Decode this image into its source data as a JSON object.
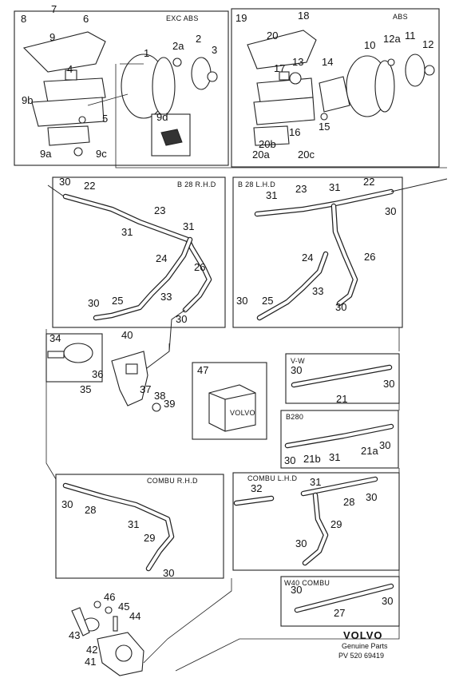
{
  "sections": {
    "exc_abs": "EXC  ABS",
    "abs": "ABS",
    "b28_rhd": "B 28 R.H.D",
    "b28_lhd": "B 28 L.H.D",
    "box_upper_right": "V-W",
    "b280": "B280",
    "combu_rhd": "COMBU  R.H.D",
    "combu_lhd": "COMBU  L.H.D",
    "w_combu": "W40 COMBU"
  },
  "callouts": {
    "exc_abs": [
      "7",
      "8",
      "6",
      "9",
      "2a",
      "2",
      "3",
      "1",
      "4",
      "9b",
      "5",
      "9d",
      "9a",
      "9c"
    ],
    "abs": [
      "19",
      "18",
      "20",
      "10",
      "12a",
      "11",
      "12",
      "17",
      "13",
      "14",
      "16",
      "15",
      "20b",
      "20a",
      "20c"
    ],
    "b28_rhd": [
      "30",
      "22",
      "23",
      "31",
      "31",
      "24",
      "26",
      "30",
      "25",
      "33",
      "30"
    ],
    "b28_lhd": [
      "31",
      "23",
      "31",
      "22",
      "30",
      "24",
      "26",
      "33",
      "30",
      "25",
      "30"
    ],
    "middle": [
      "34",
      "40",
      "36",
      "35",
      "37",
      "38",
      "39",
      "47"
    ],
    "box_upper_right": [
      "30",
      "30",
      "21"
    ],
    "b280": [
      "30",
      "21b",
      "31",
      "21a",
      "30"
    ],
    "combu_rhd": [
      "30",
      "28",
      "31",
      "29",
      "30"
    ],
    "combu_lhd": [
      "32",
      "31",
      "28",
      "30",
      "29",
      "30"
    ],
    "w_combu": [
      "30",
      "27",
      "30"
    ],
    "pump": [
      "46",
      "45",
      "44",
      "43",
      "42",
      "41"
    ]
  },
  "footer": {
    "brand": "VOLVO",
    "subtitle": "Genuine Parts",
    "code": "PV 520 69419"
  }
}
